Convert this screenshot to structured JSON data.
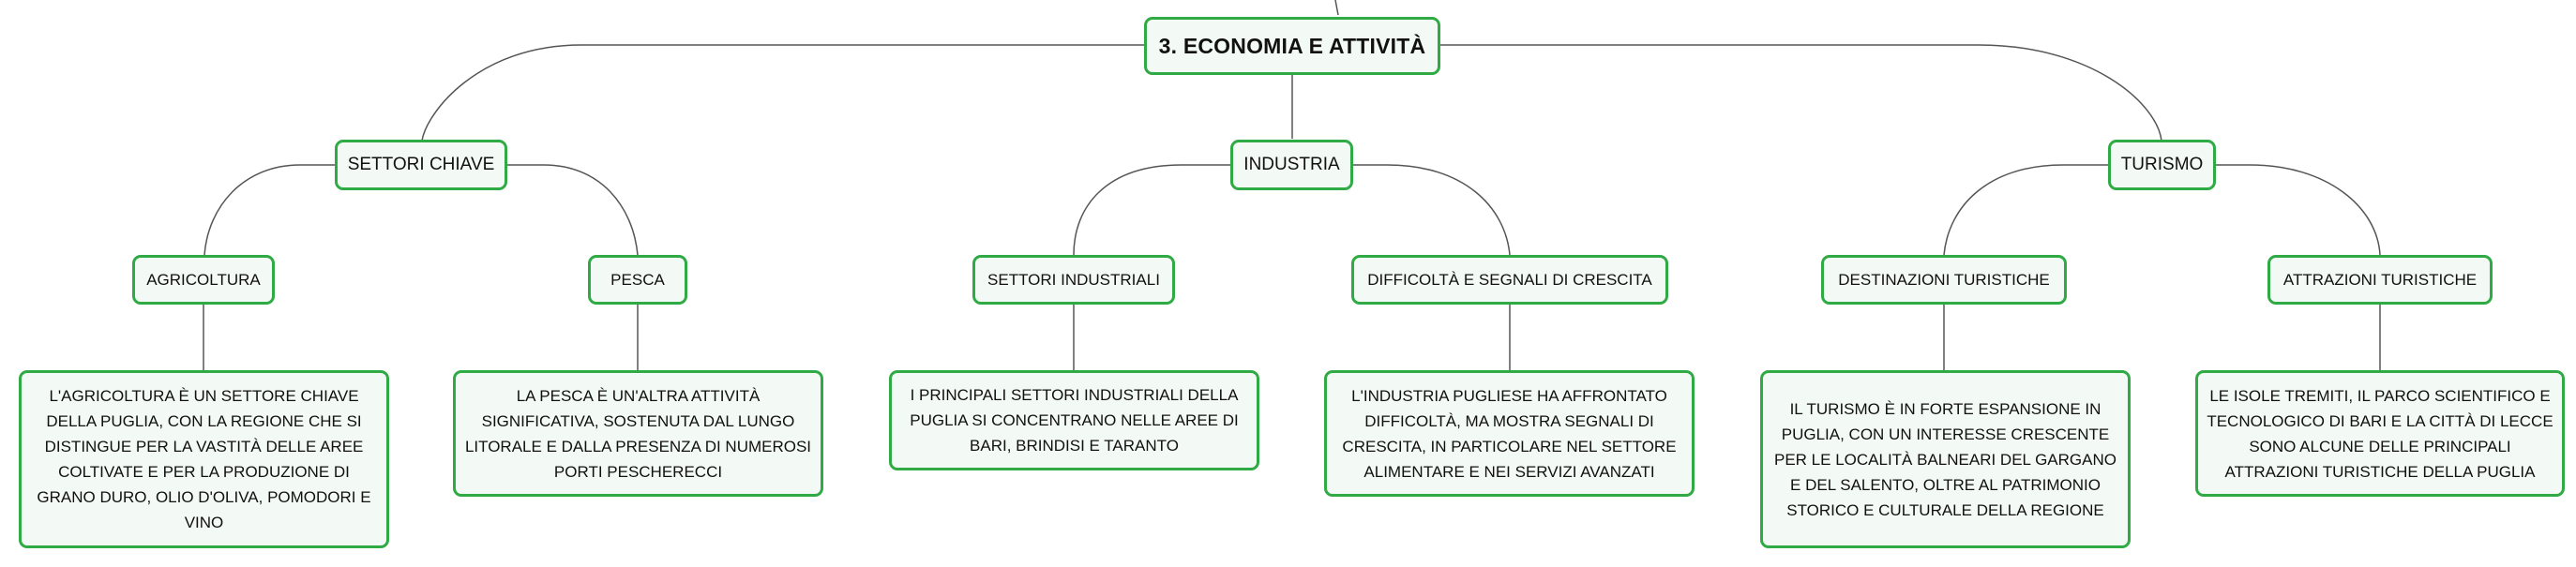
{
  "mindmap": {
    "root": {
      "label": "3. ECONOMIA E ATTIVITÀ"
    },
    "branches": [
      {
        "label": "SETTORI CHIAVE",
        "children": [
          {
            "label": "AGRICOLTURA",
            "detail": "L'AGRICOLTURA È UN SETTORE CHIAVE DELLA PUGLIA, CON LA REGIONE CHE SI DISTINGUE PER LA VASTITÀ DELLE AREE COLTIVATE E PER LA PRODUZIONE DI GRANO DURO, OLIO D'OLIVA, POMODORI E VINO"
          },
          {
            "label": "PESCA",
            "detail": "LA PESCA È UN'ALTRA ATTIVITÀ SIGNIFICATIVA, SOSTENUTA DAL LUNGO LITORALE E DALLA PRESENZA DI NUMEROSI PORTI PESCHERECCI"
          }
        ]
      },
      {
        "label": "INDUSTRIA",
        "children": [
          {
            "label": "SETTORI INDUSTRIALI",
            "detail": "I PRINCIPALI SETTORI INDUSTRIALI DELLA PUGLIA SI CONCENTRANO NELLE AREE DI BARI, BRINDISI E TARANTO"
          },
          {
            "label": "DIFFICOLTÀ E SEGNALI DI CRESCITA",
            "detail": "L'INDUSTRIA PUGLIESE HA AFFRONTATO DIFFICOLTÀ, MA MOSTRA SEGNALI DI CRESCITA, IN PARTICOLARE NEL SETTORE ALIMENTARE E NEI SERVIZI AVANZATI"
          }
        ]
      },
      {
        "label": "TURISMO",
        "children": [
          {
            "label": "DESTINAZIONI TURISTICHE",
            "detail": "IL TURISMO È IN FORTE ESPANSIONE IN PUGLIA, CON UN INTERESSE CRESCENTE PER LE LOCALITÀ BALNEARI DEL GARGANO E DEL SALENTO, OLTRE AL PATRIMONIO STORICO E CULTURALE DELLA REGIONE"
          },
          {
            "label": "ATTRAZIONI TURISTICHE",
            "detail": "LE ISOLE TREMITI, IL PARCO SCIENTIFICO E TECNOLOGICO DI BARI E LA CITTÀ DI LECCE SONO ALCUNE DELLE PRINCIPALI ATTRAZIONI TURISTICHE DELLA PUGLIA"
          }
        ]
      }
    ]
  },
  "colors": {
    "border": "#2faa45",
    "fill": "#f3f9f4",
    "line": "#555555",
    "text": "#111111"
  }
}
